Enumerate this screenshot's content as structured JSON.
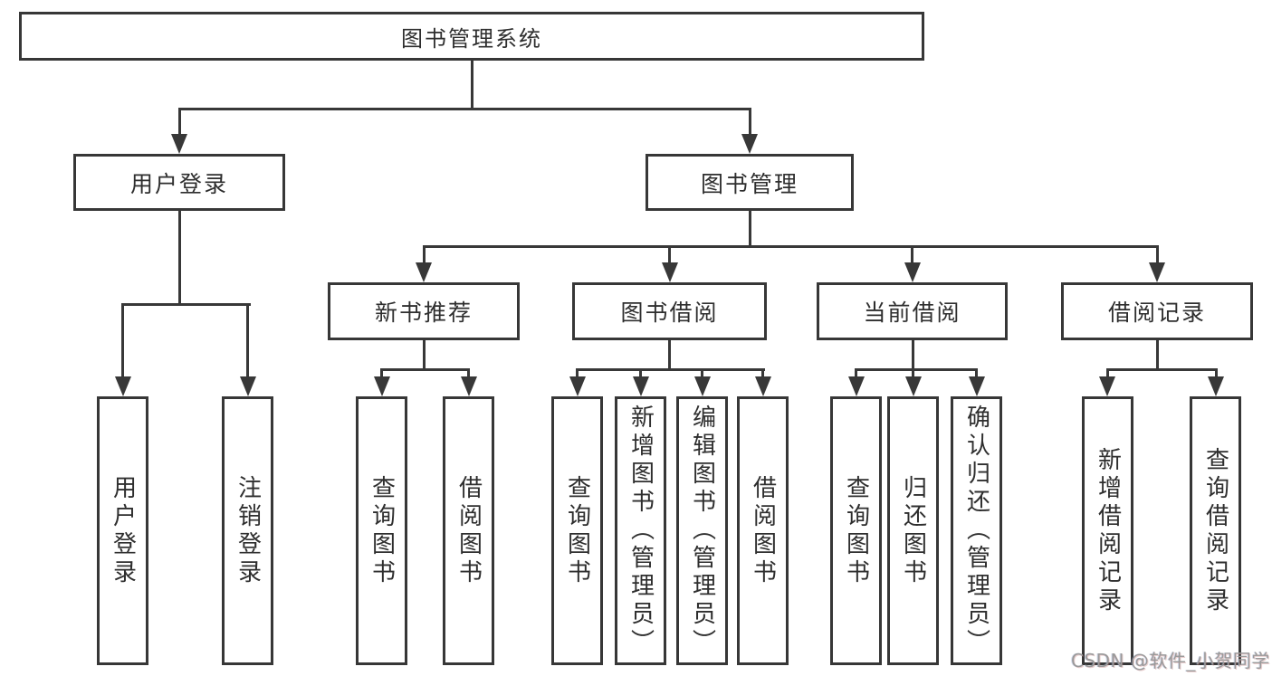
{
  "nodes": {
    "root": "图书管理系统",
    "user_login": "用户登录",
    "book_management": "图书管理",
    "new_book_recommend": "新书推荐",
    "book_borrow": "图书借阅",
    "current_borrow": "当前借阅",
    "borrow_record": "借阅记录",
    "leaf_user_login": "用户登录",
    "leaf_logout": "注销登录",
    "leaf_nb_query_books": "查询图书",
    "leaf_nb_borrow_books": "借阅图书",
    "leaf_bb_query_books": "查询图书",
    "leaf_bb_add_books": "新增图书（管理员）",
    "leaf_bb_edit_books": "编辑图书（管理员）",
    "leaf_bb_borrow_books": "借阅图书",
    "leaf_cb_query_books": "查询图书",
    "leaf_cb_return_books": "归还图书",
    "leaf_cb_confirm_return": "确认归还（管理员）",
    "leaf_br_add_record": "新增借阅记录",
    "leaf_br_query_record": "查询借阅记录"
  },
  "watermark": "CSDN @软件_小贺同学",
  "colors": {
    "line": "#383838",
    "box_border": "#373737",
    "text": "#2e2e2e",
    "watermark": "#9a9a9a",
    "background": "#ffffff"
  }
}
